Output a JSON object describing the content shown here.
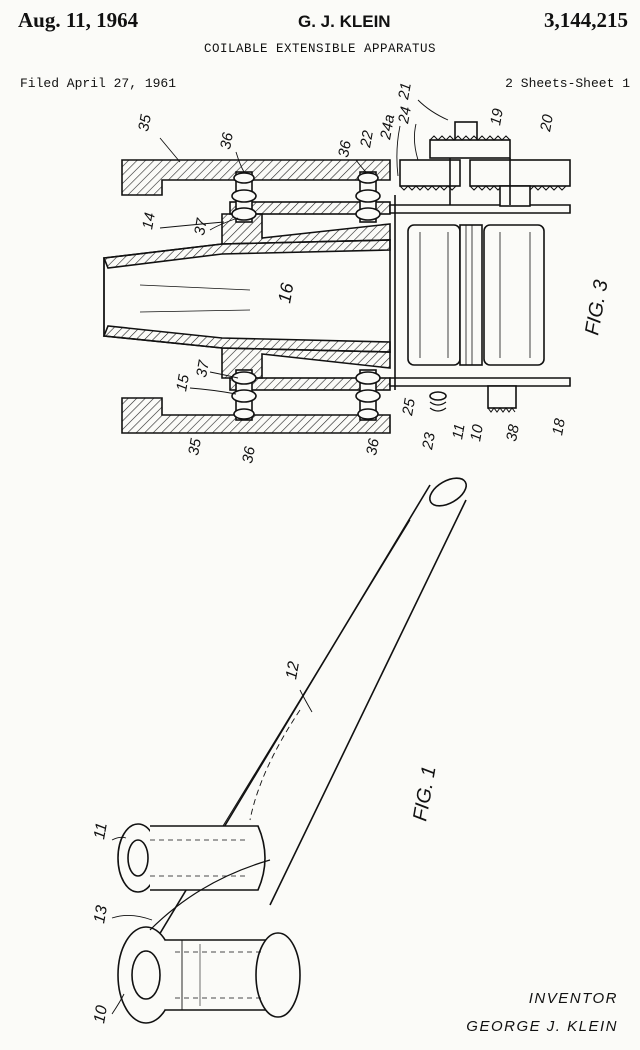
{
  "header": {
    "date": "Aug. 11, 1964",
    "inventor_short": "G. J. KLEIN",
    "patent_number": "3,144,215",
    "title": "COILABLE EXTENSIBLE APPARATUS",
    "filed": "Filed April 27, 1961",
    "sheet": "2 Sheets-Sheet 1"
  },
  "figures": {
    "fig3": {
      "caption": "FIG. 3",
      "ref_numerals": [
        "35",
        "36",
        "36",
        "22",
        "24a",
        "24",
        "21",
        "19",
        "20",
        "14",
        "37",
        "16",
        "37",
        "15",
        "25",
        "23",
        "11",
        "10",
        "38",
        "18",
        "35",
        "36",
        "36"
      ]
    },
    "fig1": {
      "caption": "FIG. 1",
      "ref_numerals": [
        "12",
        "11",
        "13",
        "10"
      ]
    }
  },
  "signature": {
    "role": "INVENTOR",
    "name": "GEORGE J. KLEIN"
  }
}
